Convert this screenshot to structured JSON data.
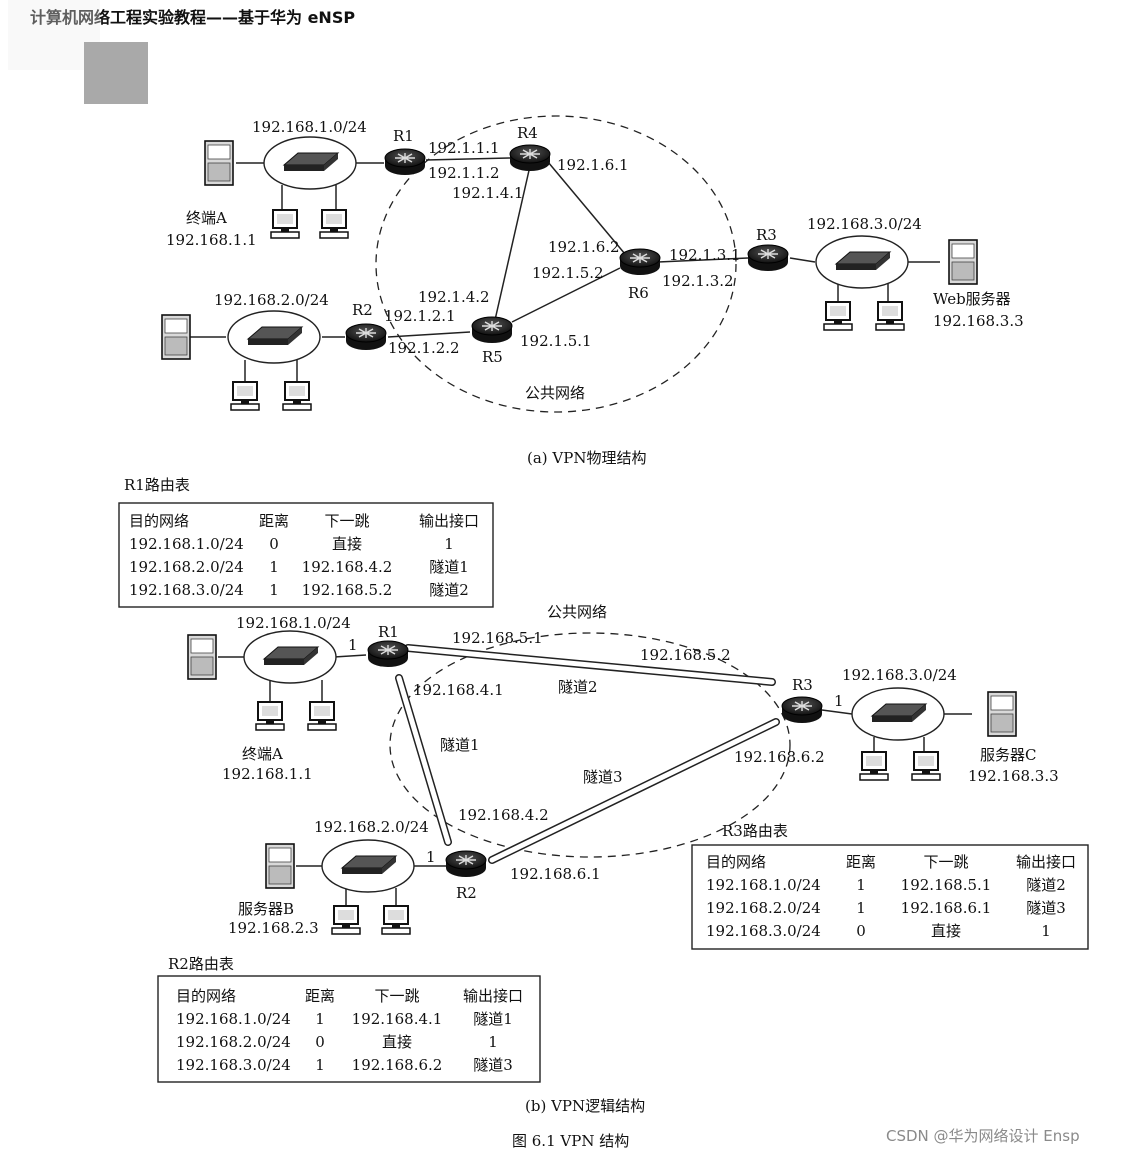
{
  "header": {
    "book_title": "计算机网络工程实验教程——基于华为 eNSP"
  },
  "figure_a": {
    "caption": "(a) VPN物理结构",
    "public_network": "公共网络",
    "subnets": {
      "lan1": "192.168.1.0/24",
      "lan2": "192.168.2.0/24",
      "lan3": "192.168.3.0/24"
    },
    "routers": {
      "r1": "R1",
      "r2": "R2",
      "r3": "R3",
      "r4": "R4",
      "r5": "R5",
      "r6": "R6"
    },
    "interfaces": {
      "r1_r4_a": "192.1.1.1",
      "r1_r4_b": "192.1.1.2",
      "r4_r5_a": "192.1.4.1",
      "r4_r6_a": "192.1.6.1",
      "r6_r4_b": "192.1.6.2",
      "r6_r5_b": "192.1.5.2",
      "r6_r3_a": "192.1.3.1",
      "r6_r3_b": "192.1.3.2",
      "r5_r4_b": "192.1.4.2",
      "r2_r5_a": "192.1.2.1",
      "r2_r5_b": "192.1.2.2",
      "r5_r6_a": "192.1.5.1"
    },
    "terminal_a_name": "终端A",
    "terminal_a_ip": "192.168.1.1",
    "web_server_name": "Web服务器",
    "web_server_ip": "192.168.3.3"
  },
  "figure_b": {
    "caption": "(b) VPN逻辑结构",
    "public_network": "公共网络",
    "subnets": {
      "lan1": "192.168.1.0/24",
      "lan2": "192.168.2.0/24",
      "lan3": "192.168.3.0/24"
    },
    "routers": {
      "r1": "R1",
      "r2": "R2",
      "r3": "R3"
    },
    "port_r1": "1",
    "port_r2": "1",
    "port_r3": "1",
    "tunnels": {
      "t1": "隧道1",
      "t2": "隧道2",
      "t3": "隧道3"
    },
    "tunnel_ips": {
      "t2_r1": "192.168.5.1",
      "t2_r3": "192.168.5.2",
      "t1_r1": "192.168.4.1",
      "t1_r2": "192.168.4.2",
      "t3_r3": "192.168.6.2",
      "t3_r2": "192.168.6.1"
    },
    "terminal_a_name": "终端A",
    "terminal_a_ip": "192.168.1.1",
    "server_b_name": "服务器B",
    "server_b_ip": "192.168.2.3",
    "server_c_name": "服务器C",
    "server_c_ip": "192.168.3.3"
  },
  "tables": {
    "r1": {
      "title": "R1路由表",
      "headers": [
        "目的网络",
        "距离",
        "下一跳",
        "输出接口"
      ],
      "rows": [
        [
          "192.168.1.0/24",
          "0",
          "直接",
          "1"
        ],
        [
          "192.168.2.0/24",
          "1",
          "192.168.4.2",
          "隧道1"
        ],
        [
          "192.168.3.0/24",
          "1",
          "192.168.5.2",
          "隧道2"
        ]
      ]
    },
    "r3": {
      "title": "R3路由表",
      "headers": [
        "目的网络",
        "距离",
        "下一跳",
        "输出接口"
      ],
      "rows": [
        [
          "192.168.1.0/24",
          "1",
          "192.168.5.1",
          "隧道2"
        ],
        [
          "192.168.2.0/24",
          "1",
          "192.168.6.1",
          "隧道3"
        ],
        [
          "192.168.3.0/24",
          "0",
          "直接",
          "1"
        ]
      ]
    },
    "r2": {
      "title": "R2路由表",
      "headers": [
        "目的网络",
        "距离",
        "下一跳",
        "输出接口"
      ],
      "rows": [
        [
          "192.168.1.0/24",
          "1",
          "192.168.4.1",
          "隧道1"
        ],
        [
          "192.168.2.0/24",
          "0",
          "直接",
          "1"
        ],
        [
          "192.168.3.0/24",
          "1",
          "192.168.6.2",
          "隧道3"
        ]
      ]
    }
  },
  "figure_caption": "图 6.1    VPN 结构",
  "watermark": "CSDN @华为网络设计 Ensp"
}
